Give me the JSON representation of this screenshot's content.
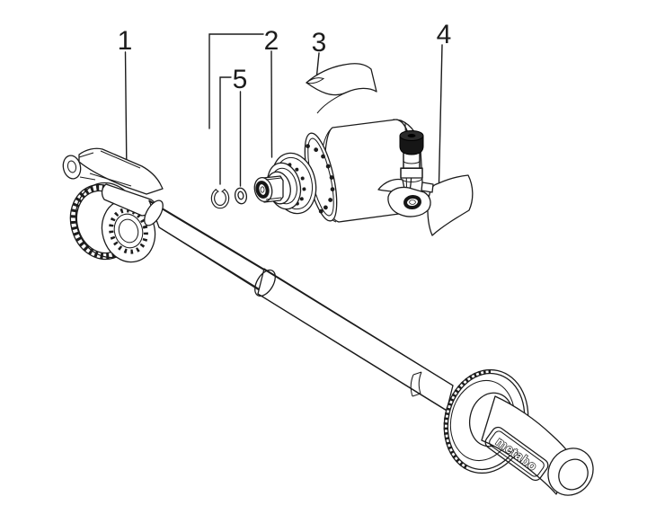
{
  "colors": {
    "background": "#ffffff",
    "line": "#1c1c1c",
    "dark_fill": "#161616"
  },
  "callouts": {
    "c1": {
      "label": "1"
    },
    "c2": {
      "label": "2"
    },
    "c3": {
      "label": "3"
    },
    "c4": {
      "label": "4"
    },
    "c5": {
      "label": "5"
    }
  },
  "logo": {
    "text": "metabo"
  }
}
